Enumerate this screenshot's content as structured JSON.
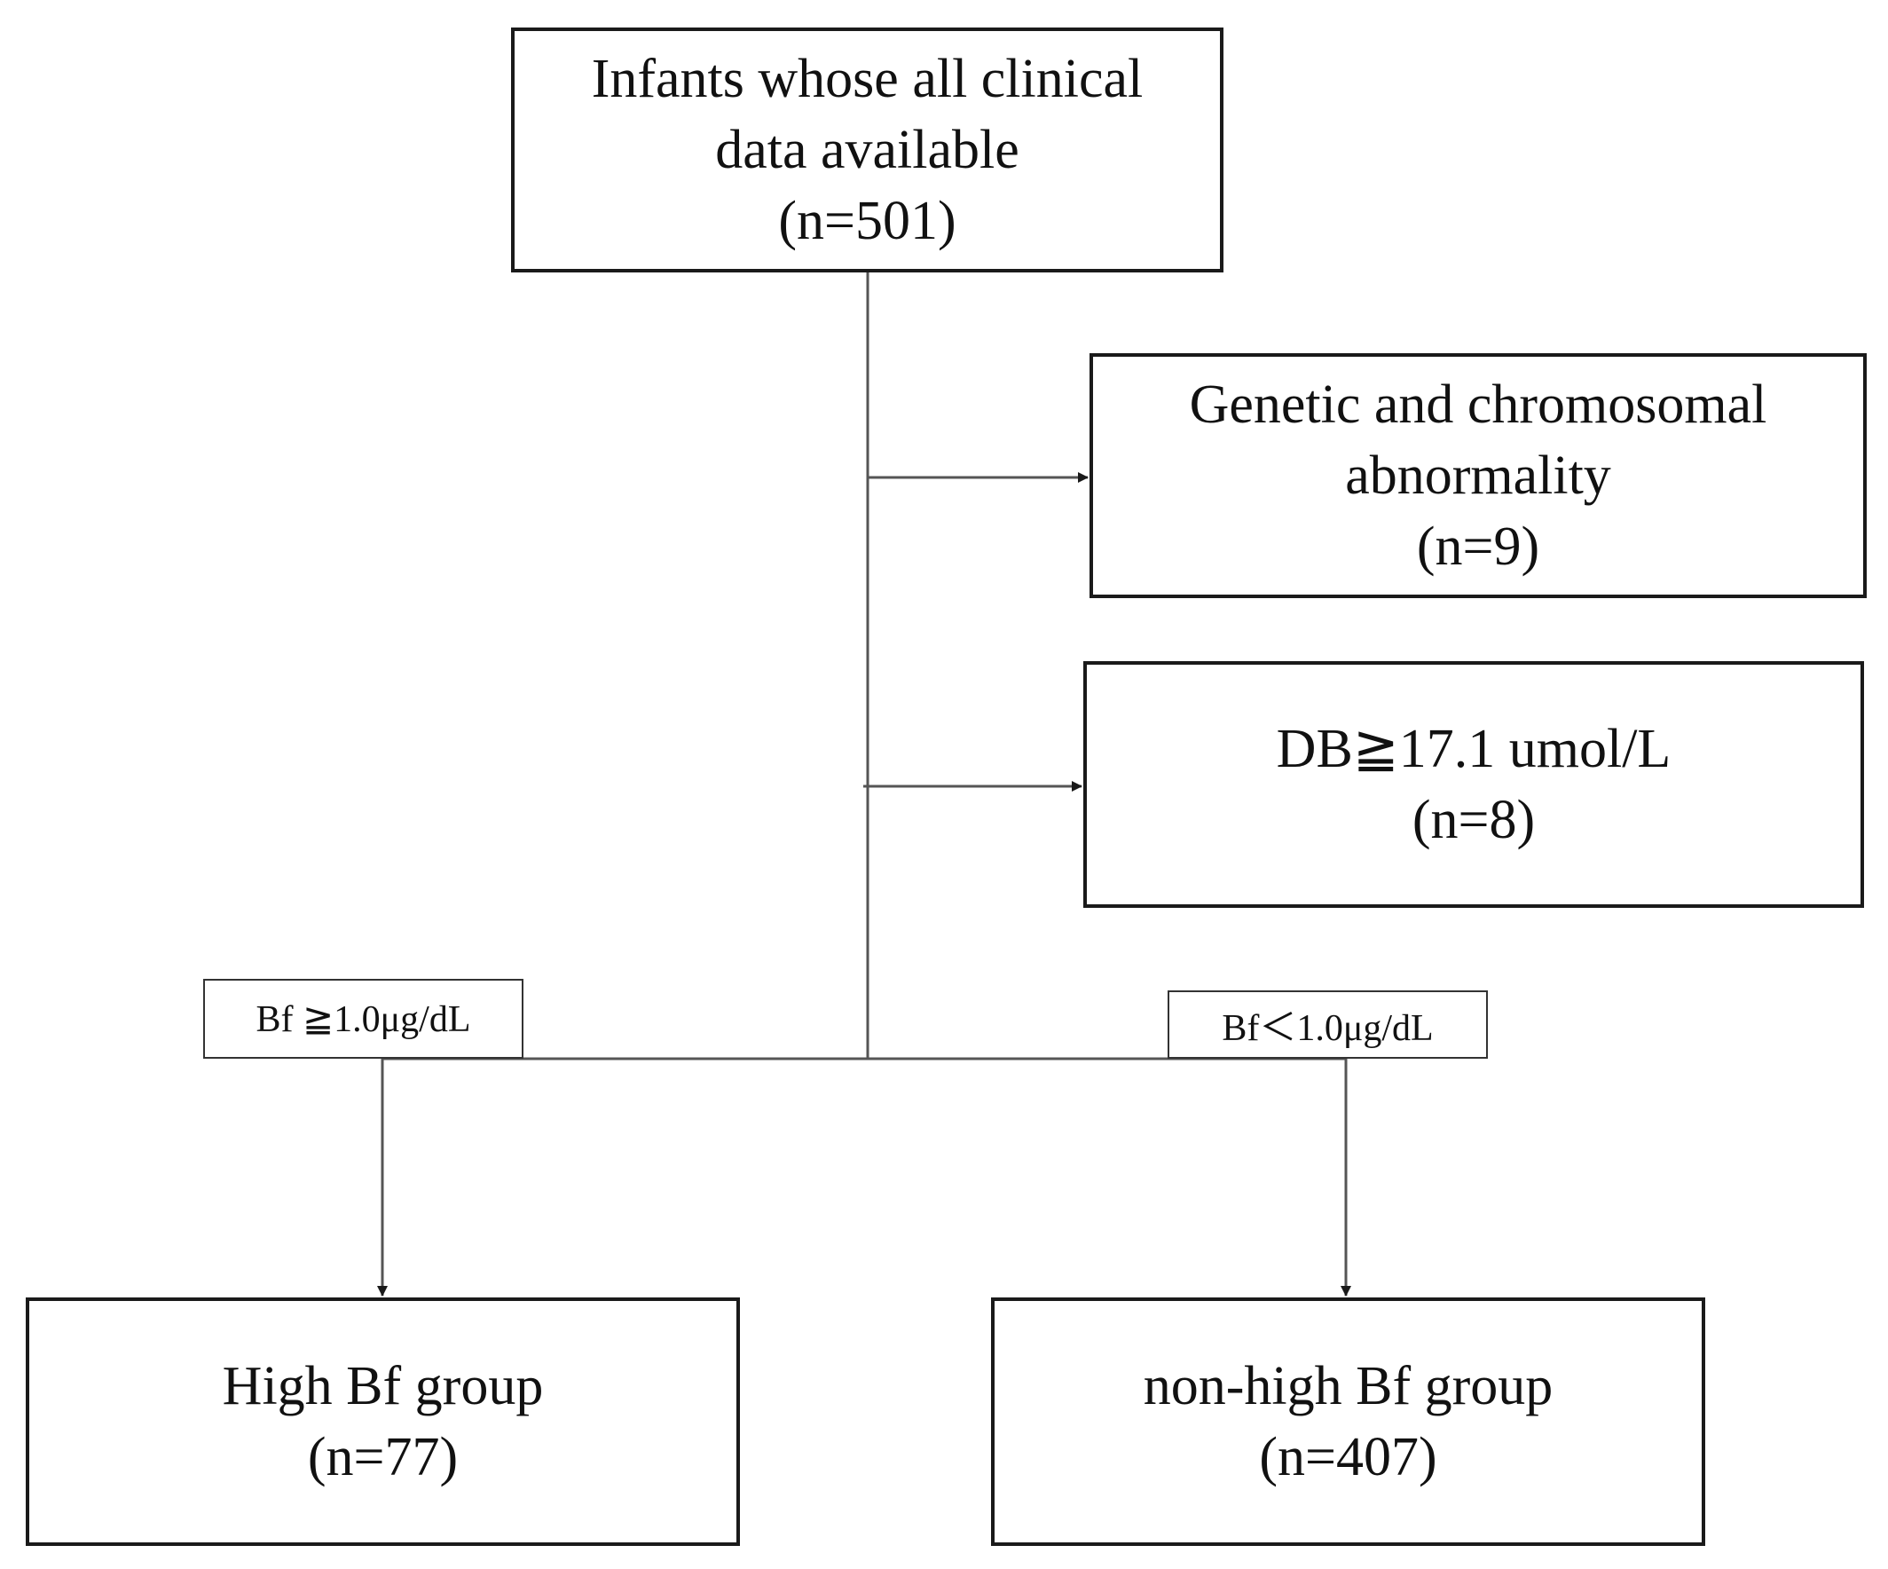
{
  "start": {
    "line1": "Infants whose all clinical",
    "line2": "data available",
    "count": "(n=501)"
  },
  "exclusions": [
    {
      "line1": "Genetic and chromosomal",
      "line2": "abnormality",
      "count": "(n=9)"
    },
    {
      "line1": "DB≧17.1 umol/L",
      "count": "(n=8)"
    }
  ],
  "branches": {
    "high": {
      "criterion": "Bf ≧1.0μg/dL",
      "name": "High Bf group",
      "count": "(n=77)"
    },
    "nonhigh": {
      "criterion": "Bf＜1.0μg/dL",
      "name": "non-high Bf group",
      "count": "(n=407)"
    }
  },
  "colors": {
    "box_border": "#1a1a1a",
    "connector": "#555555",
    "arrow": "#1a1a1a"
  }
}
